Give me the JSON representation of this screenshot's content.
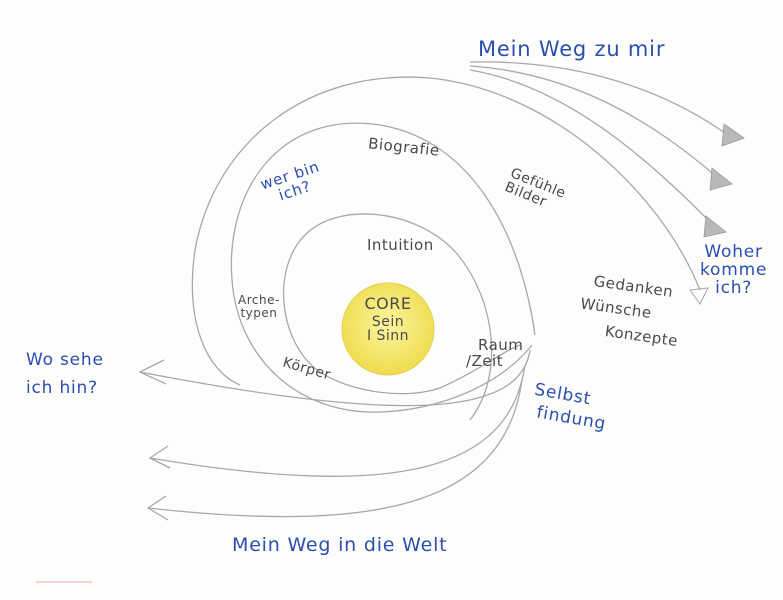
{
  "core": {
    "title": "CORE",
    "line2": "Sein",
    "line3": "I Sinn",
    "fill_color": "#f4e66a"
  },
  "labels": {
    "intuition": "Intuition",
    "biografie": "Biografie",
    "wer_bin_ich": [
      "wer bin",
      "ich?"
    ],
    "archetypen": [
      "Arche-",
      "typen"
    ],
    "koerper": "Körper",
    "raum_zeit": [
      "Raum",
      "/Zeit"
    ],
    "gefuehle_bilder": [
      "Gefühle",
      "Bilder"
    ],
    "gedanken_wuensche_konzepte": [
      "Gedanken",
      "Wünsche",
      "Konzepte"
    ],
    "selbstfindung": [
      "Selbst",
      "findung"
    ],
    "woher_komme_ich": [
      "Woher",
      "komme",
      "ich?"
    ],
    "wo_sehe_ich_hin": [
      "Wo sehe",
      "ich hin?"
    ],
    "mein_weg_zu_mir": "Mein Weg zu mir",
    "mein_weg_in_die_welt": "Mein Weg in die Welt"
  },
  "colors": {
    "pencil": "#9a9a9a",
    "pen_blue": "#2b4fb0",
    "core_fill": "#f4e66a"
  }
}
